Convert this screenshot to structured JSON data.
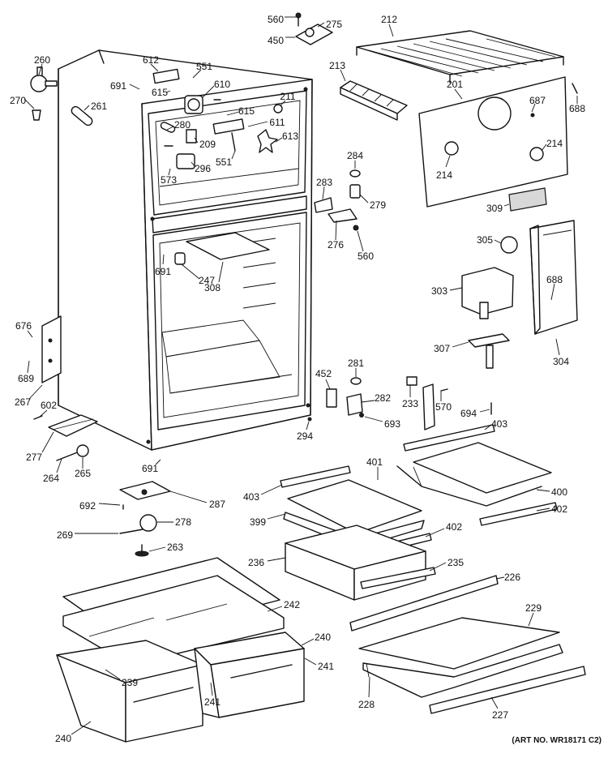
{
  "diagram": {
    "art_number": "(ART NO. WR18171 C2)",
    "callouts": [
      "560",
      "275",
      "212",
      "450",
      "260",
      "270",
      "261",
      "612",
      "691",
      "615",
      "551",
      "610",
      "213",
      "201",
      "687",
      "688",
      "615",
      "211",
      "280",
      "611",
      "613",
      "209",
      "551",
      "573",
      "296",
      "214",
      "214",
      "284",
      "279",
      "283",
      "309",
      "276",
      "560",
      "305",
      "691",
      "247",
      "308",
      "303",
      "688",
      "307",
      "304",
      "676",
      "689",
      "267",
      "602",
      "452",
      "281",
      "282",
      "693",
      "233",
      "570",
      "694",
      "403",
      "294",
      "277",
      "264",
      "265",
      "691",
      "401",
      "400",
      "403",
      "402",
      "692",
      "287",
      "399",
      "402",
      "278",
      "269",
      "263",
      "236",
      "235",
      "226",
      "242",
      "229",
      "240",
      "239",
      "241",
      "241",
      "228",
      "227",
      "240"
    ]
  }
}
